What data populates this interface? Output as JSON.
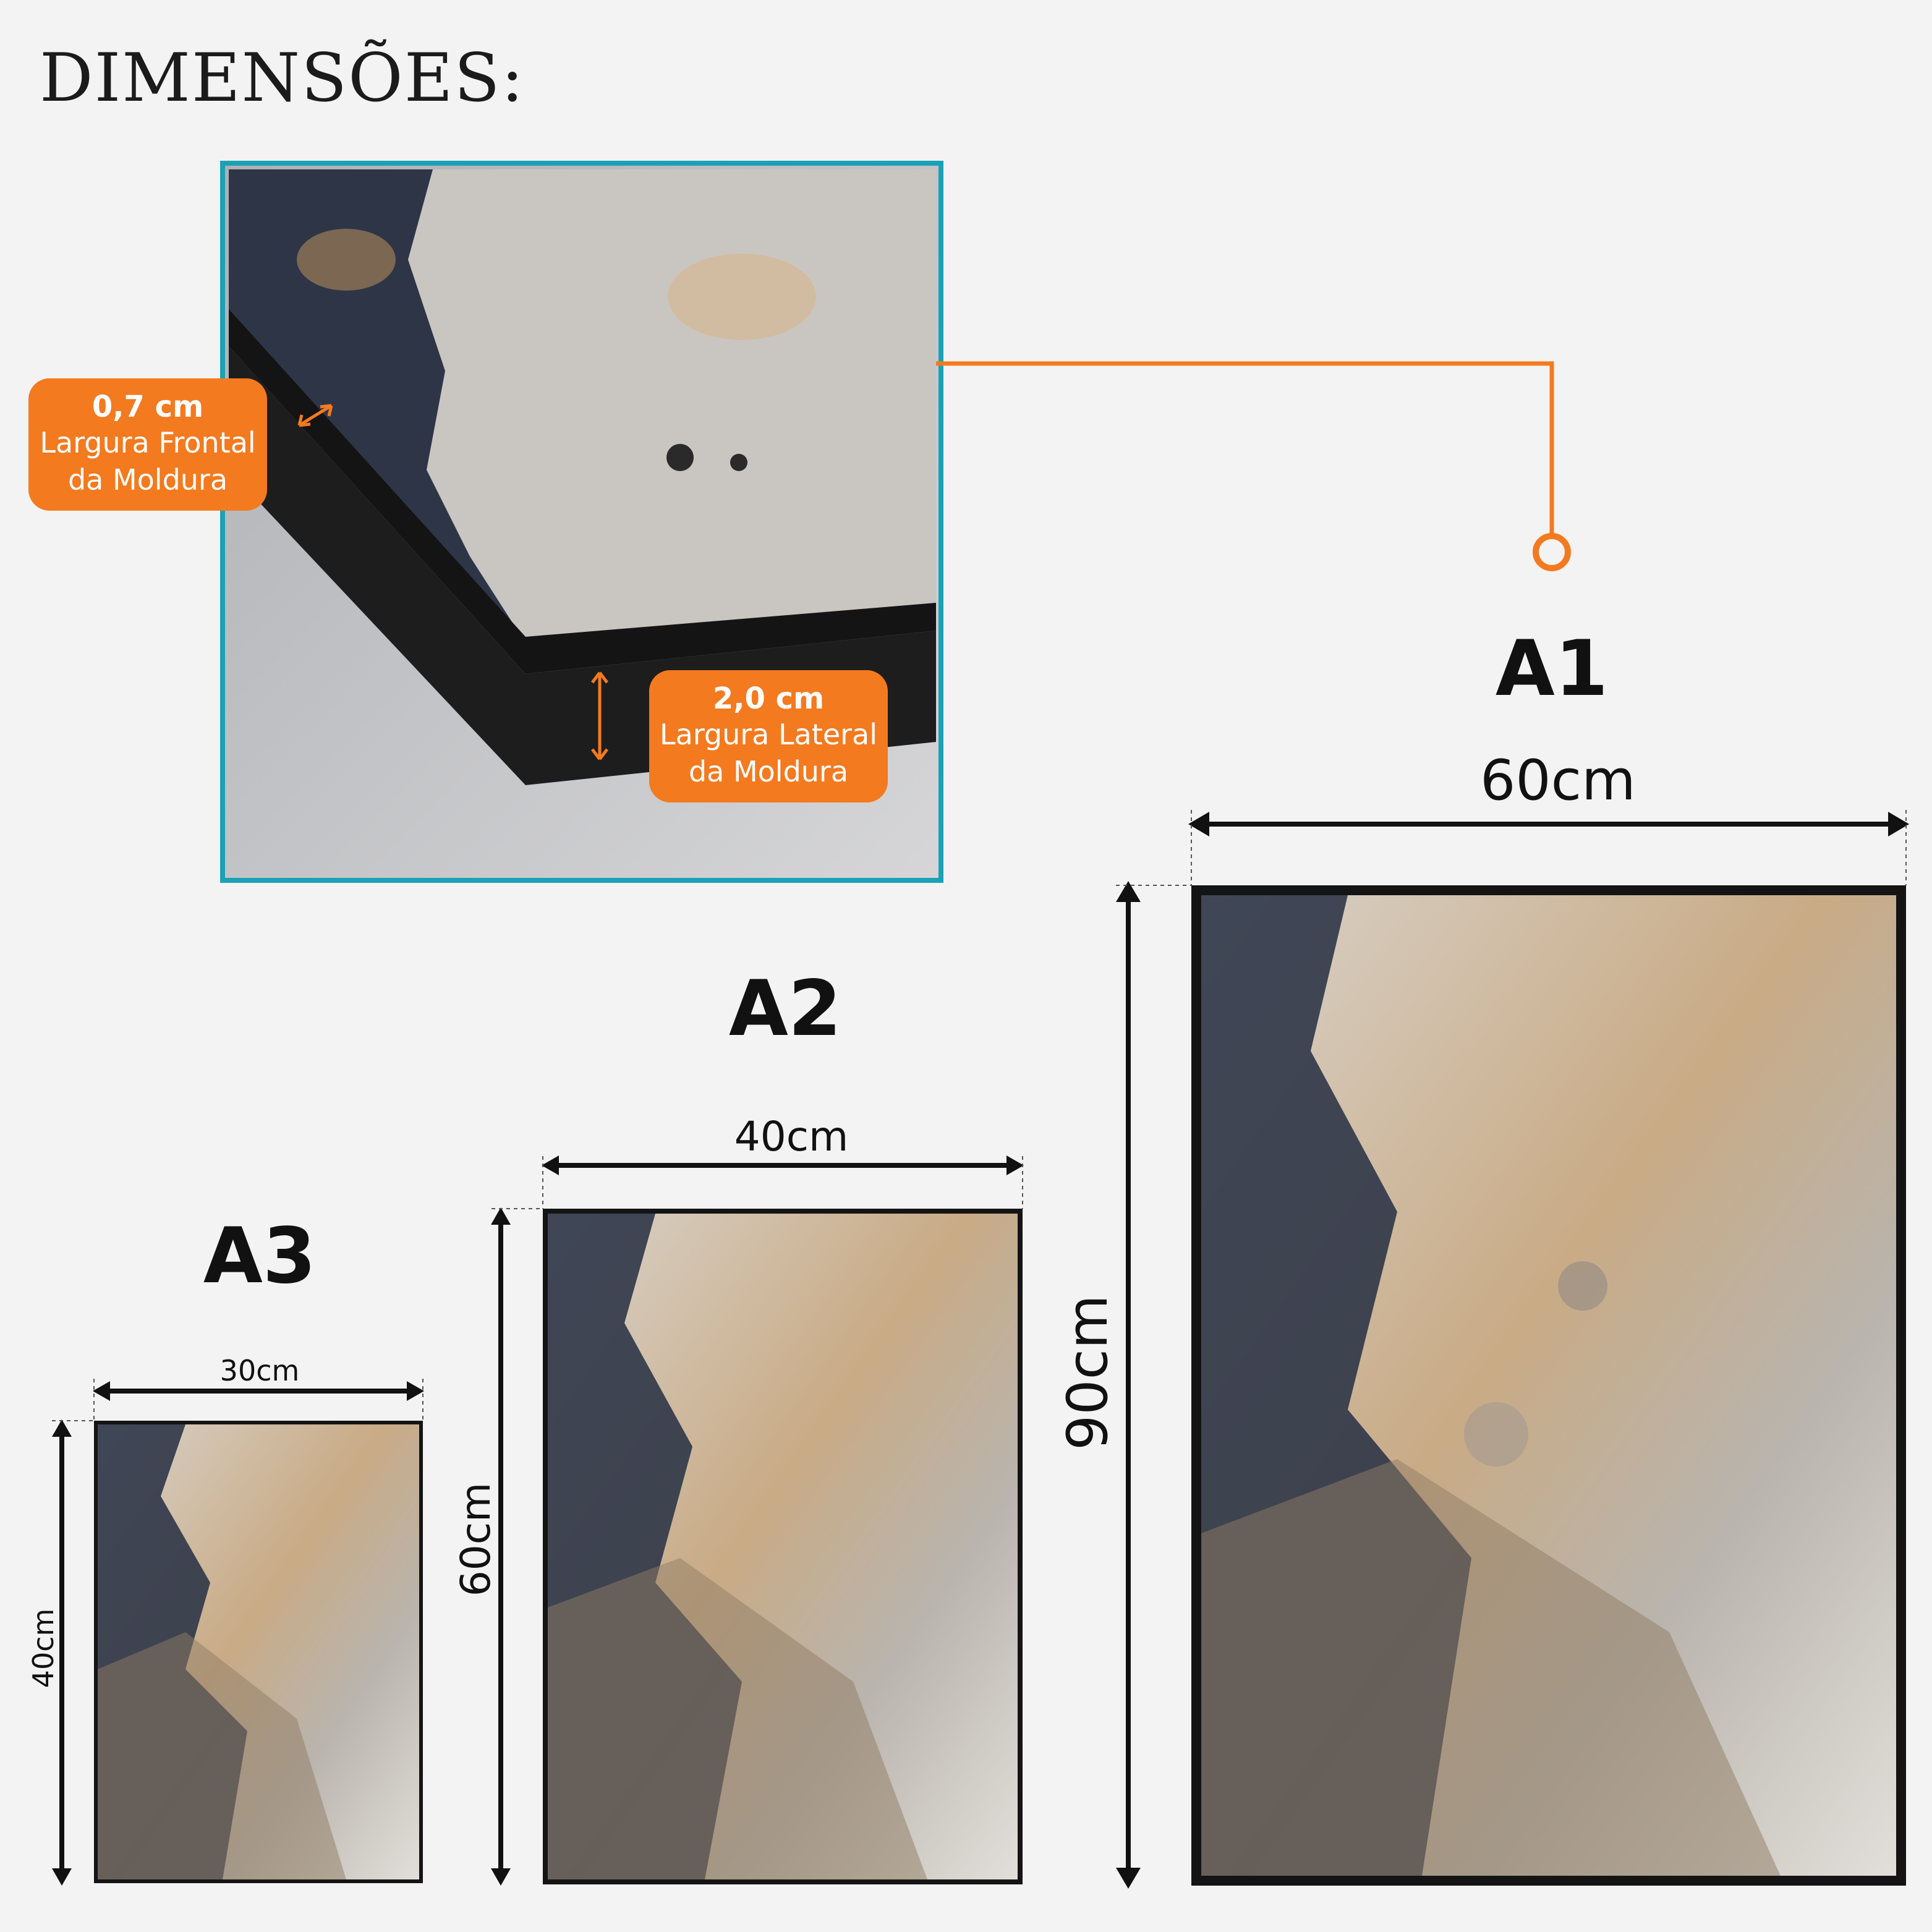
{
  "heading": "DIMENSÕES:",
  "detail": {
    "front_width": {
      "value": "0,7 cm",
      "label_line1": "Largura Frontal",
      "label_line2": "da Moldura"
    },
    "side_width": {
      "value": "2,0 cm",
      "label_line1": "Largura Lateral",
      "label_line2": "da Moldura"
    }
  },
  "sizes": [
    {
      "name": "A3",
      "width": "30cm",
      "height": "40cm"
    },
    {
      "name": "A2",
      "width": "40cm",
      "height": "60cm"
    },
    {
      "name": "A1",
      "width": "60cm",
      "height": "90cm"
    }
  ],
  "colors": {
    "accent": "#f47a1f",
    "inset_border": "#1aa1b5",
    "frame": "#141414",
    "background": "#f3f3f3"
  }
}
